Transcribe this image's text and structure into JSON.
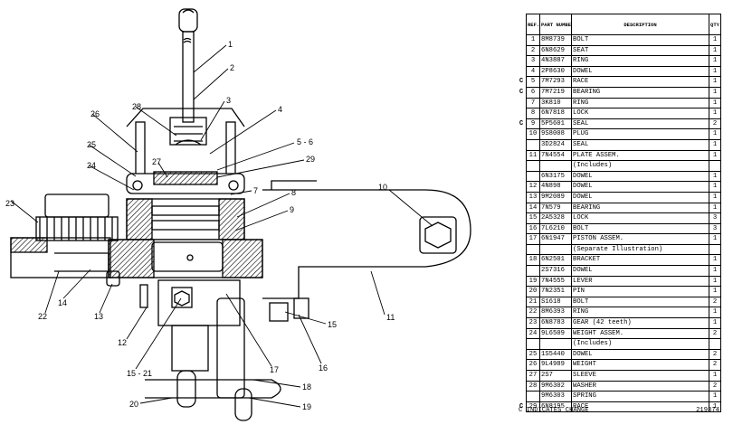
{
  "drawing": {
    "callouts": [
      {
        "id": "c1",
        "label": "1"
      },
      {
        "id": "c2",
        "label": "2"
      },
      {
        "id": "c3",
        "label": "3"
      },
      {
        "id": "c4",
        "label": "4"
      },
      {
        "id": "c56",
        "label": "5 - 6"
      },
      {
        "id": "c29",
        "label": "29"
      },
      {
        "id": "c7",
        "label": "7"
      },
      {
        "id": "c8",
        "label": "8"
      },
      {
        "id": "c9",
        "label": "9"
      },
      {
        "id": "c10",
        "label": "10"
      },
      {
        "id": "c11",
        "label": "11"
      },
      {
        "id": "c12",
        "label": "12"
      },
      {
        "id": "c13",
        "label": "13"
      },
      {
        "id": "c14",
        "label": "14"
      },
      {
        "id": "c1521",
        "label": "15 - 21"
      },
      {
        "id": "c15",
        "label": "15"
      },
      {
        "id": "c16",
        "label": "16"
      },
      {
        "id": "c17",
        "label": "17"
      },
      {
        "id": "c18",
        "label": "18"
      },
      {
        "id": "c19",
        "label": "19"
      },
      {
        "id": "c20",
        "label": "20"
      },
      {
        "id": "c22",
        "label": "22"
      },
      {
        "id": "c23",
        "label": "23"
      },
      {
        "id": "c24",
        "label": "24"
      },
      {
        "id": "c25",
        "label": "25"
      },
      {
        "id": "c26",
        "label": "26"
      },
      {
        "id": "c27",
        "label": "27"
      },
      {
        "id": "c28",
        "label": "28"
      }
    ]
  },
  "parts_list": {
    "headers": {
      "ref": "REF. NO.",
      "part": "PART NUMBER",
      "desc": "DESCRIPTION",
      "qty": "QTY"
    },
    "rows": [
      {
        "c": "",
        "ref": "1",
        "pn": "8M8739",
        "desc": "BOLT",
        "qty": "1"
      },
      {
        "c": "",
        "ref": "2",
        "pn": "6N8629",
        "desc": "SEAT",
        "qty": "1"
      },
      {
        "c": "",
        "ref": "3",
        "pn": "4N3887",
        "desc": "RING",
        "qty": "1"
      },
      {
        "c": "",
        "ref": "4",
        "pn": "2P8630",
        "desc": "DOWEL",
        "qty": "1"
      },
      {
        "c": "C",
        "ref": "5",
        "pn": "7M7293",
        "desc": "RACE",
        "qty": "1"
      },
      {
        "c": "C",
        "ref": "6",
        "pn": "7M7219",
        "desc": "BEARING",
        "qty": "1"
      },
      {
        "c": "",
        "ref": "7",
        "pn": "3K810",
        "desc": "RING",
        "qty": "1"
      },
      {
        "c": "",
        "ref": "8",
        "pn": "6N7818",
        "desc": "LOCK",
        "qty": "1"
      },
      {
        "c": "C",
        "ref": "9",
        "pn": "5P5601",
        "desc": "SEAL",
        "qty": "2"
      },
      {
        "c": "",
        "ref": "10",
        "pn": "9S8008",
        "desc": "PLUG",
        "qty": "1"
      },
      {
        "c": "",
        "ref": "",
        "pn": "3D2824",
        "desc": "SEAL",
        "qty": "1"
      },
      {
        "c": "",
        "ref": "11",
        "pn": "7N4554",
        "desc": "PLATE ASSEM.",
        "qty": "1"
      },
      {
        "c": "",
        "ref": "",
        "pn": "",
        "desc": "(Includes)",
        "qty": ""
      },
      {
        "c": "",
        "ref": "",
        "pn": "6N3175",
        "desc": "DOWEL",
        "qty": "1"
      },
      {
        "c": "",
        "ref": "12",
        "pn": "4N898",
        "desc": "DOWEL",
        "qty": "1"
      },
      {
        "c": "",
        "ref": "13",
        "pn": "9M2089",
        "desc": "DOWEL",
        "qty": "1"
      },
      {
        "c": "",
        "ref": "14",
        "pn": "7N579",
        "desc": "BEARING",
        "qty": "1"
      },
      {
        "c": "",
        "ref": "15",
        "pn": "2A5328",
        "desc": "LOCK",
        "qty": "3"
      },
      {
        "c": "",
        "ref": "16",
        "pn": "7L6210",
        "desc": "BOLT",
        "qty": "3"
      },
      {
        "c": "",
        "ref": "17",
        "pn": "6N1947",
        "desc": "PISTON ASSEM.",
        "qty": "1"
      },
      {
        "c": "",
        "ref": "",
        "pn": "",
        "desc": "(Separate Illustration)",
        "qty": ""
      },
      {
        "c": "",
        "ref": "18",
        "pn": "6N2501",
        "desc": "BRACKET",
        "qty": "1"
      },
      {
        "c": "",
        "ref": "",
        "pn": "2S7316",
        "desc": "DOWEL",
        "qty": "1"
      },
      {
        "c": "",
        "ref": "19",
        "pn": "7N4555",
        "desc": "LEVER",
        "qty": "1"
      },
      {
        "c": "",
        "ref": "20",
        "pn": "7N2351",
        "desc": "PIN",
        "qty": "1"
      },
      {
        "c": "",
        "ref": "21",
        "pn": "S1618",
        "desc": "BOLT",
        "qty": "2"
      },
      {
        "c": "",
        "ref": "22",
        "pn": "8M6393",
        "desc": "RING",
        "qty": "1"
      },
      {
        "c": "",
        "ref": "23",
        "pn": "6N8783",
        "desc": "GEAR (42 teeth)",
        "qty": "1"
      },
      {
        "c": "",
        "ref": "24",
        "pn": "9L6509",
        "desc": "WEIGHT ASSEM.",
        "qty": "2"
      },
      {
        "c": "",
        "ref": "",
        "pn": "",
        "desc": "(Includes)",
        "qty": ""
      },
      {
        "c": "",
        "ref": "25",
        "pn": "1S5440",
        "desc": "DOWEL",
        "qty": "2"
      },
      {
        "c": "",
        "ref": "26",
        "pn": "9L4989",
        "desc": "WEIGHT",
        "qty": "2"
      },
      {
        "c": "",
        "ref": "27",
        "pn": "2S7",
        "desc": "SLEEVE",
        "qty": "1"
      },
      {
        "c": "",
        "ref": "28",
        "pn": "9M6302",
        "desc": "WASHER",
        "qty": "2"
      },
      {
        "c": "",
        "ref": "",
        "pn": "9M6303",
        "desc": "SPRING",
        "qty": "1"
      },
      {
        "c": "C",
        "ref": "29",
        "pn": "6N8195",
        "desc": "RACE",
        "qty": "1"
      }
    ]
  },
  "footer": {
    "change_note": "C INDICATES CHANGE",
    "drawing_code": "219374"
  }
}
